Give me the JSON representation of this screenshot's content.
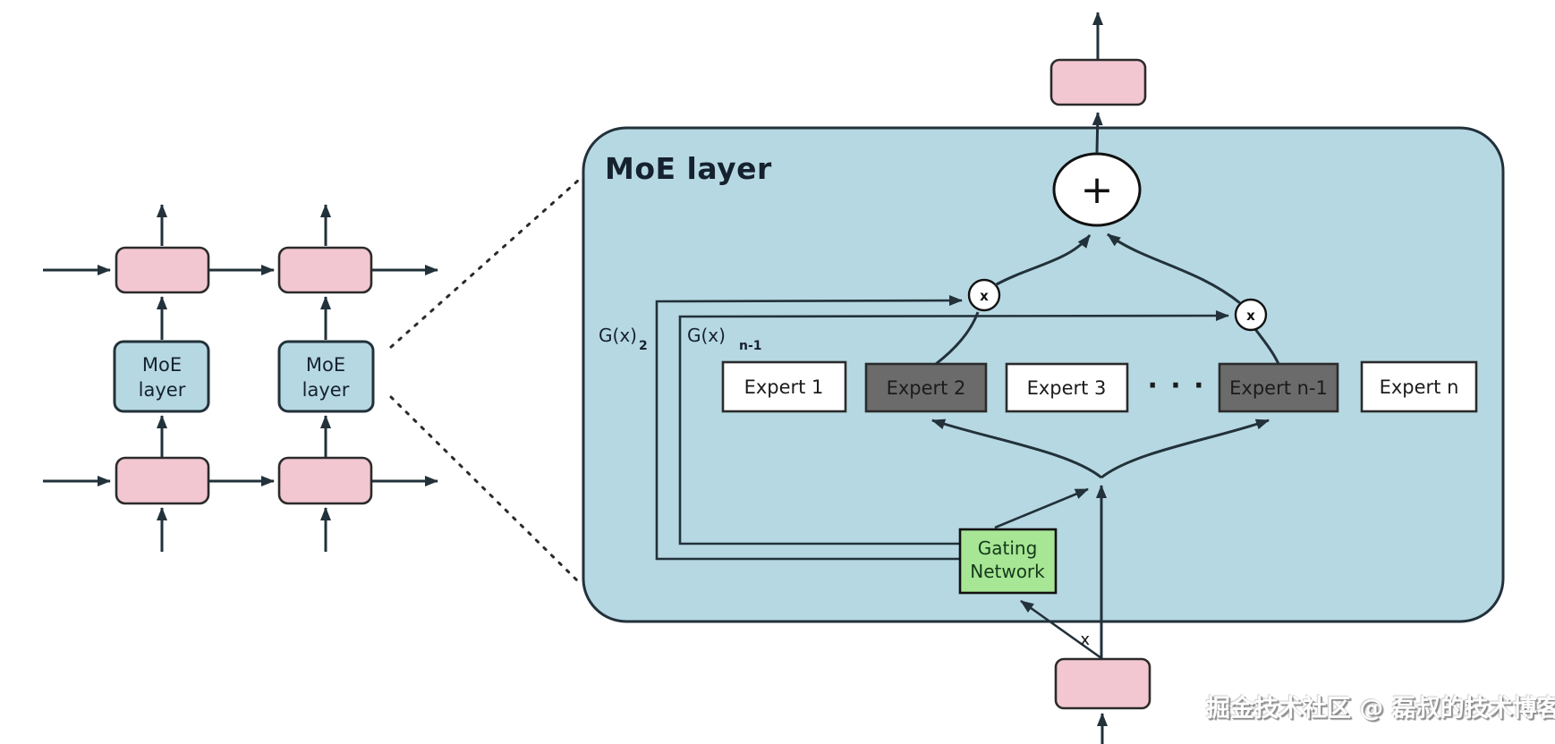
{
  "diagram": {
    "left": {
      "moe_line1": "MoE",
      "moe_line2": "layer"
    },
    "right": {
      "title": "MoE layer",
      "experts": [
        "Expert 1",
        "Expert 2",
        "Expert 3",
        "Expert n-1",
        "Expert n"
      ],
      "ellipsis": "· · ·",
      "gate_label_base": "G(x)",
      "gate_label_sub_2": "2",
      "gate_label_sub_n": "n-1",
      "gating_line1": "Gating",
      "gating_line2": "Network",
      "plus_operator": "+",
      "times_operator": "x",
      "input_label": "x"
    },
    "colors": {
      "panel_blue": "#b6d8e2",
      "box_pink": "#f3c7d1",
      "expert_gray": "#6b6b6b",
      "expert_white": "#ffffff",
      "gating_green": "#a6e695",
      "line": "#22313a"
    },
    "watermark": "掘金技术社区 @ 磊叔的技术博客"
  }
}
